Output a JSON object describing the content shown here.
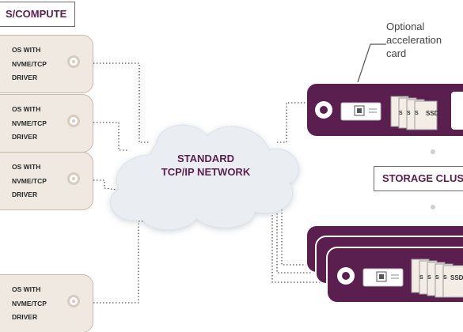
{
  "hosts_title": "S/COMPUTE",
  "host_labels": [
    "OS WITH",
    "NVME/TCP",
    "DRIVER"
  ],
  "network_label": [
    "STANDARD",
    "TCP/IP NETWORK"
  ],
  "annotation": [
    "Optional",
    "acceleration",
    "card"
  ],
  "storage_title": "STORAGE CLUS",
  "ssd_label": "SSD",
  "ssd_short": "S",
  "colors": {
    "storage": "#5a1f4e",
    "host": "#efe9e1",
    "host_border": "#c9b9a8",
    "cloud": "#e8ecf1",
    "title": "#5a1f4e"
  }
}
